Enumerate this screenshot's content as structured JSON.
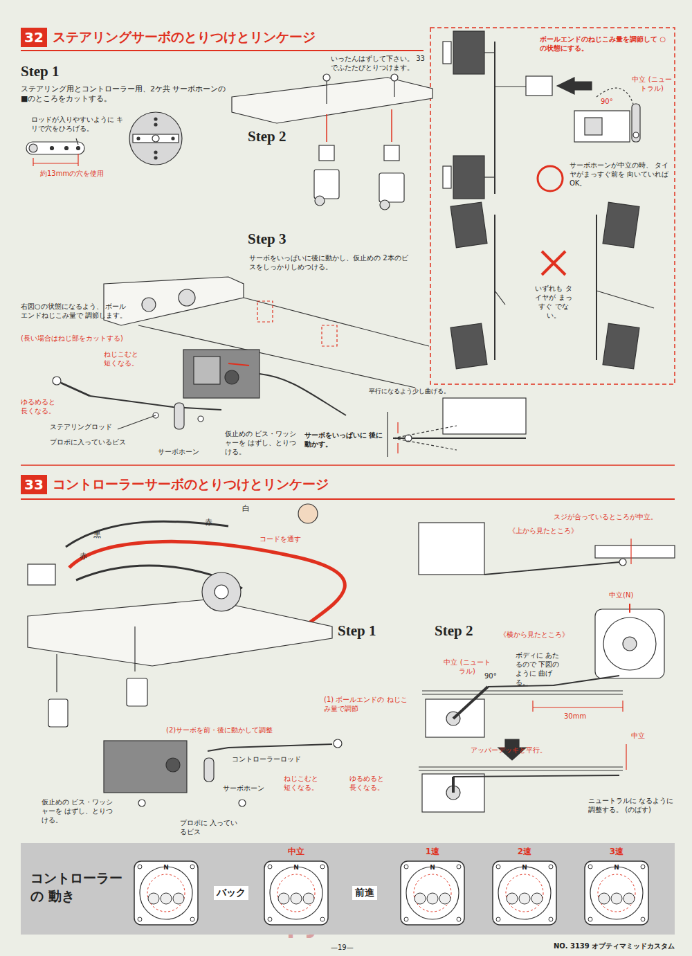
{
  "diagram": {
    "nodes": [
      {
        "text": [
          "32",
          "ステアリングサーボのとりつけとリンケージ"
        ]
      },
      {
        "text": [
          "33",
          "コントローラーサーボのとりつけとリンケージ"
        ]
      },
      {
        "text": [
          "コントローラーの 動き"
        ]
      },
      {
        "text": [
          "N"
        ],
        "in": 2
      },
      {
        "text": [
          "中立",
          "N"
        ],
        "in": 2
      },
      {
        "text": [
          "1速",
          "N"
        ],
        "in": 2
      },
      {
        "text": [
          "2速",
          "N"
        ],
        "in": 2
      },
      {
        "text": [
          "3速",
          "N"
        ],
        "in": 2
      }
    ],
    "edges": [
      {
        "from": 4,
        "to": 3,
        "arrow": "to",
        "label": "バック"
      },
      {
        "from": 4,
        "to": 5,
        "arrow": "to",
        "label": "前進"
      }
    ],
    "labels": [
      "Step 1",
      "ステアリング用とコントローラー用、2ケ共 サーボホーンの■のところをカットする。",
      "ロッドが入りやすいように キリで穴をひろげる。",
      "約13mmの穴を使用",
      "いったんはずして下さい。 33でふたたびとりつけます。",
      "Step 2",
      "Step 3",
      "サーボをいっぱいに後に動かし、仮止めの 2本のビスをしっかりしめつける。",
      "右図○の状態になるよう、 ボールエンドねじこみ量で 調節します。",
      "(長い場合はねじ部をカットする)",
      "ねじこむと 短くなる。",
      "ゆるめると 長くなる。",
      "ステアリングロッド",
      "プロポに入っているビス",
      "サーボホーン",
      "仮止めの ビス・ワッシャーを はずし、とりつける。",
      "サーボをいっぱいに 後に動かす。",
      "平行になるよう少し曲げる。",
      "ボールエンドのねじこみ量を調節して ○の状態にする。",
      "中立 (ニュートラル)",
      "90°",
      "サーボホーンが中立の時、 タイヤがまっすぐ前を 向いていればOK。",
      "いずれも タイヤが まっすぐ でない。",
      "白",
      "赤",
      "黒",
      "赤",
      "コードを通す",
      "Step 1",
      "(1) ボールエンドの ねじこみ量で調節",
      "(2)サーボを前・後に動かして調整",
      "コントローラーロッド",
      "ねじこむと 短くなる。",
      "ゆるめると 長くなる。",
      "サーボホーン",
      "仮止めの ビス・ワッシャーを はずし、とりつける。",
      "プロポに 入っているビス",
      "Step 2",
      "スジが合っているところが中立。",
      "《上から見たところ》",
      "中立(N)",
      "《横から見たところ》",
      "中立 (ニュートラル)",
      "90°",
      "ボディに あたるので 下図のように 曲げる。",
      "30mm",
      "中立",
      "アッパーデッキと平行。",
      "ニュートラルに なるように調整する。 (のばす)",
      "—19—",
      "NO. 3139 オプティマミッドカスタム",
      "RCScrapyard.net"
    ]
  }
}
